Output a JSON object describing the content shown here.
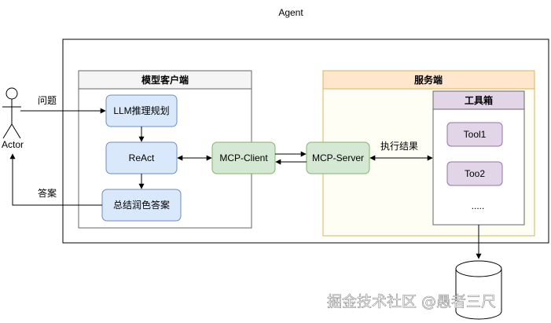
{
  "agent": {
    "title": "Agent"
  },
  "actor": {
    "label": "Actor"
  },
  "edges": {
    "question": "问题",
    "answer": "答案",
    "exec_result": "执行结果"
  },
  "client_group": {
    "title": "模型客户端"
  },
  "nodes": {
    "llm": "LLM推理规划",
    "react": "ReAct",
    "summary": "总结润色答案",
    "mcp_client": "MCP-Client",
    "mcp_server": "MCP-Server",
    "tool1": "Tool1",
    "tool2": "Too2",
    "more": "....."
  },
  "server_group": {
    "title": "服务端"
  },
  "toolbox": {
    "title": "工具箱"
  },
  "watermark": "掘金技术社区 @愚者三尺",
  "colors": {
    "blue_fill": "#dae8fc",
    "blue_stroke": "#6c8ebf",
    "green_fill": "#d5e8d4",
    "green_stroke": "#82b366",
    "orange_fill": "#ffe6cc",
    "orange_stroke": "#d6b656",
    "purple_fill": "#e1d5e7",
    "purple_stroke": "#9673a6",
    "header_gray": "#f5f5f5"
  }
}
